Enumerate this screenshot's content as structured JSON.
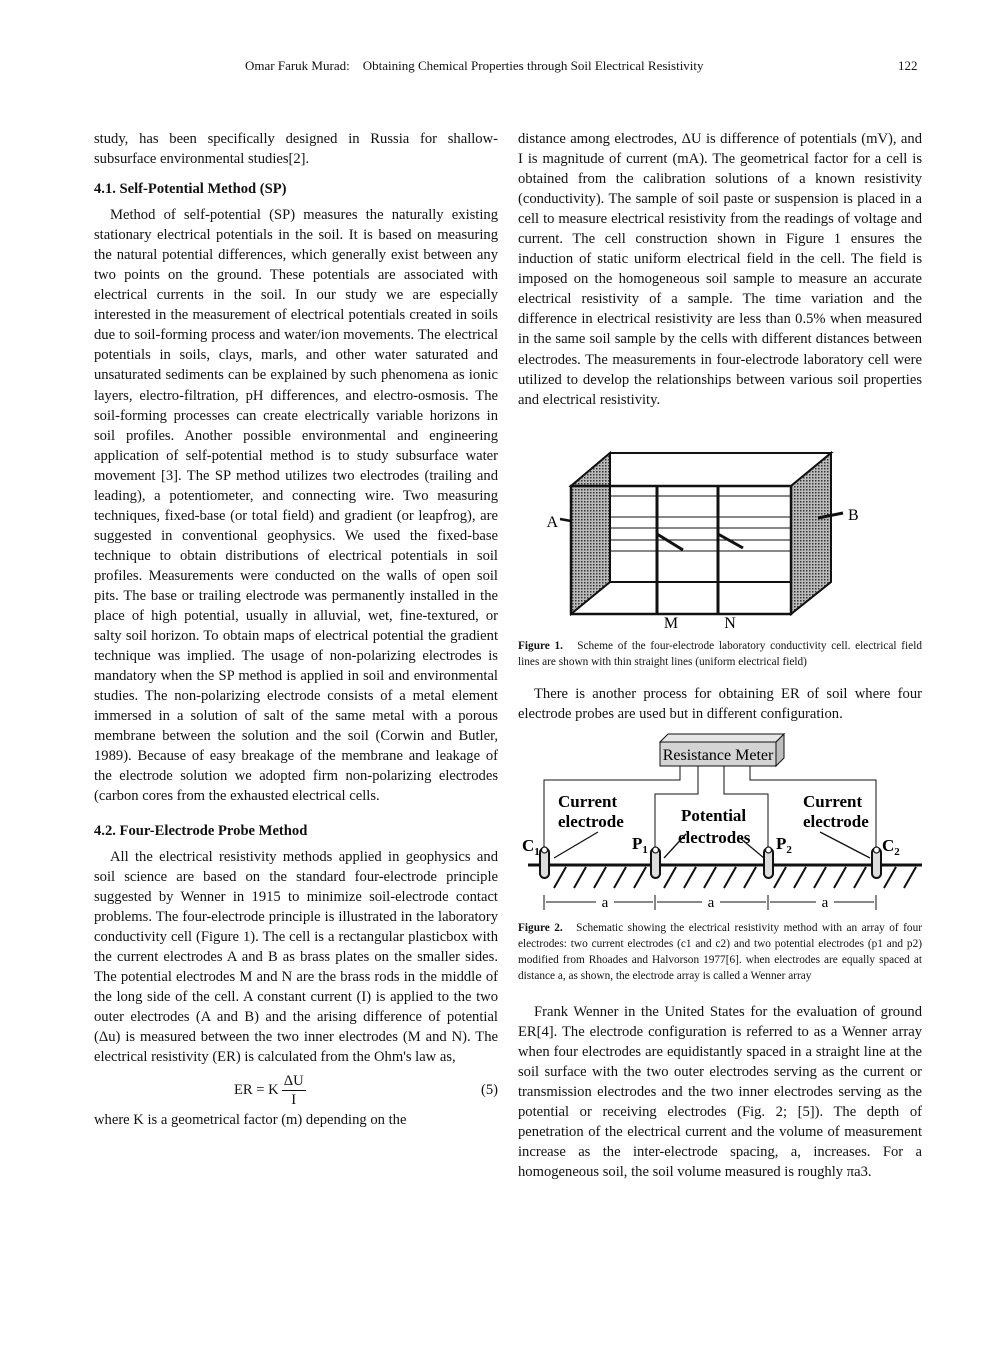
{
  "header": {
    "running_title": "Omar Faruk Murad:    Obtaining Chemical Properties through Soil Electrical Resistivity",
    "page_number": "122"
  },
  "left_column": {
    "intro_paragraph": "study, has been specifically designed in Russia for shallow-subsurface environmental studies[2].",
    "section_4_1": {
      "heading": "4.1. Self-Potential Method (SP)",
      "paragraph": "Method of self-potential (SP) measures the naturally existing stationary electrical potentials in the soil. It is based on measuring the natural potential differences, which generally exist between any two points on the ground. These potentials are associated with electrical currents in the soil. In our study we are especially interested in the measurement of electrical potentials created in soils due to soil-forming process and water/ion movements. The electrical potentials in soils, clays, marls, and other water saturated and unsaturated sediments can be explained by such phenomena as ionic layers, electro-filtration, pH differences, and electro-osmosis. The soil-forming processes can create electrically variable horizons in soil profiles. Another possible environmental and engineering application of self-potential method is to study subsurface water movement [3]. The SP method utilizes two electrodes (trailing and leading), a potentiometer, and connecting wire. Two measuring techniques, fixed-base (or total field) and gradient (or leapfrog), are suggested in conventional geophysics. We used the fixed-base technique to obtain distributions of electrical potentials in soil profiles. Measurements were conducted on the walls of open soil pits. The base or trailing electrode was permanently installed in the place of high potential, usually in alluvial, wet, fine-textured, or salty soil horizon. To obtain maps of electrical potential the gradient technique was implied. The usage of non-polarizing electrodes is mandatory when the SP method is applied in soil and environmental studies. The non-polarizing electrode consists of a metal element immersed in a solution of salt of the same metal with a porous membrane between the solution and the soil (Corwin and Butler, 1989). Because of easy breakage of the membrane and leakage of the electrode solution we adopted firm non-polarizing electrodes (carbon cores from the exhausted electrical cells."
    },
    "section_4_2": {
      "heading": "4.2. Four-Electrode Probe Method",
      "paragraph": "All the electrical resistivity methods applied in geophysics and soil science are based on the standard four-electrode principle suggested by Wenner in 1915 to minimize soil-electrode contact problems. The four-electrode principle is illustrated in the laboratory conductivity cell (Figure 1). The cell is a rectangular plasticbox with the current electrodes A and B as brass plates on the smaller sides. The potential electrodes M and N are the brass rods in the middle of the long side of the cell. A constant current (I) is applied to the two outer electrodes (A and B) and the arising difference of potential (Δu) is measured between the two inner electrodes (M and N). The electrical resistivity (ER) is calculated from the Ohm's law as,"
    },
    "equation": {
      "lhs": "ER = K",
      "numerator": "ΔU",
      "denominator": "I",
      "number": "(5)"
    },
    "after_equation": "where K is a geometrical factor (m) depending on the"
  },
  "right_column": {
    "continuation": "distance among electrodes, ΔU is difference of potentials (mV), and I is magnitude of current (mA). The geometrical factor for a cell is obtained from the calibration solutions of a known resistivity (conductivity). The sample of soil paste or suspension is placed in a cell to measure electrical resistivity from the readings of voltage and current. The cell construction shown in Figure 1 ensures the induction of static uniform electrical field in the cell. The field is imposed on the homogeneous soil sample to measure an accurate electrical resistivity of a sample. The time variation and the difference in electrical resistivity are less than 0.5% when measured in the same soil sample by the cells with different distances between electrodes. The measurements in four-electrode laboratory cell were utilized to develop the relationships between various soil properties and electrical resistivity.",
    "figure1": {
      "labels": {
        "a": "A",
        "b": "B",
        "m": "M",
        "n": "N"
      },
      "caption_label": "Figure 1.",
      "caption_text": "Scheme of the four-electrode laboratory conductivity cell. electrical field lines are shown with thin straight lines (uniform electrical field)"
    },
    "paragraph_2": "There is another process for obtaining ER of soil where four electrode probes are used but in different configuration.",
    "figure2": {
      "meter_label": "Resistance Meter",
      "current_label_1": "Current",
      "current_label_2": "electrode",
      "potential_label_1": "Potential",
      "potential_label_2": "electrodes",
      "c1": "C",
      "c1_sub": "1",
      "p1": "P",
      "p1_sub": "1",
      "p2": "P",
      "p2_sub": "2",
      "c2": "C",
      "c2_sub": "2",
      "spacing": "a",
      "caption_label": "Figure 2.",
      "caption_text": "Schematic showing the electrical resistivity method with an array of four electrodes: two current electrodes (c1 and c2) and two potential electrodes (p1 and p2) modified from Rhoades and Halvorson 1977[6]. when electrodes are equally spaced at distance a, as shown, the electrode array is called a Wenner array"
    },
    "paragraph_3": "Frank Wenner in the United States for the evaluation of ground ER[4]. The electrode configuration is referred to as a Wenner array when four electrodes are equidistantly spaced in a straight line at the soil surface with the two outer electrodes serving as the current or transmission electrodes and the two inner electrodes serving as the potential or receiving electrodes (Fig. 2; [5]). The depth of penetration of the electrical current and the volume of measurement increase as the inter-electrode spacing, a, increases. For a homogeneous soil, the soil volume measured is roughly πa3."
  }
}
